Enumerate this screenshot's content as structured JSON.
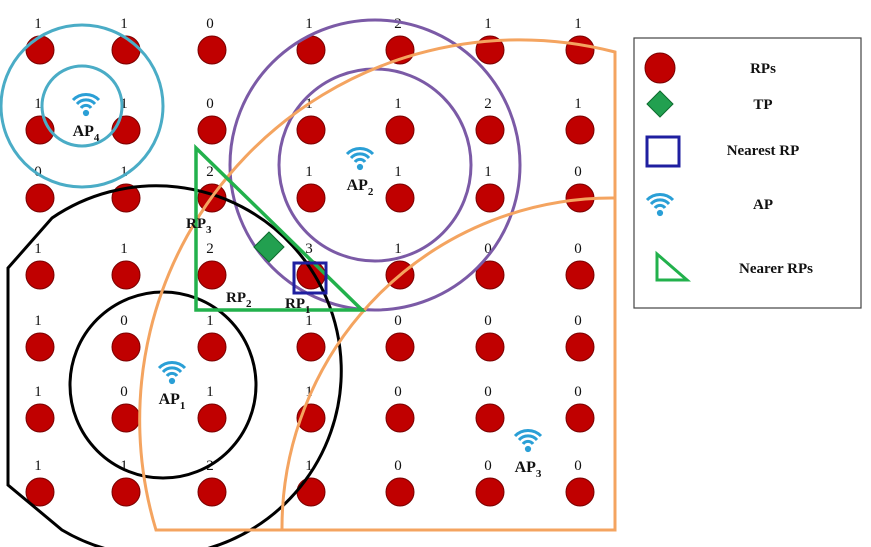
{
  "legend": [
    {
      "symbol": "rp",
      "label": "RPs"
    },
    {
      "symbol": "tp",
      "label": "TP"
    },
    {
      "symbol": "nearest",
      "label": "Nearest RP"
    },
    {
      "symbol": "ap",
      "label": "AP"
    },
    {
      "symbol": "triangle",
      "label": "Nearer RPs"
    }
  ],
  "grid_counts": [
    [
      "1",
      "1",
      "0",
      "1",
      "2",
      "1",
      "1"
    ],
    [
      "1",
      "1",
      "0",
      "1",
      "1",
      "2",
      "1"
    ],
    [
      "0",
      "1",
      "2",
      "1",
      "1",
      "1",
      "0"
    ],
    [
      "1",
      "1",
      "2",
      "3",
      "1",
      "0",
      "0"
    ],
    [
      "1",
      "0",
      "1",
      "1",
      "0",
      "0",
      "0"
    ],
    [
      "1",
      "0",
      "1",
      "1",
      "0",
      "0",
      "0"
    ],
    [
      "1",
      "1",
      "2",
      "1",
      "0",
      "0",
      "0"
    ]
  ],
  "access_points": [
    {
      "name": "AP",
      "sub": "4"
    },
    {
      "name": "AP",
      "sub": "2"
    },
    {
      "name": "AP",
      "sub": "1"
    },
    {
      "name": "AP",
      "sub": "3"
    }
  ],
  "triangle_labels": [
    {
      "name": "RP",
      "sub": "3"
    },
    {
      "name": "RP",
      "sub": "2"
    },
    {
      "name": "RP",
      "sub": "1"
    }
  ],
  "colors": {
    "rp": "#c00000",
    "tp": "#22a050",
    "nearest": "#1f1fa0",
    "ap": "#2a9fd6",
    "triangle": "#22b14c",
    "ap1_circle": "#000000",
    "ap2_circle": "#7b5aa6",
    "ap3_circle": "#f4a460",
    "ap4_circle": "#4aacc6"
  }
}
